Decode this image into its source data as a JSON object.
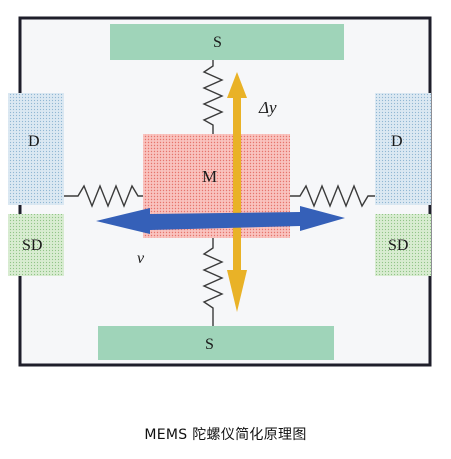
{
  "diagram": {
    "labels": {
      "spring_top": "S",
      "spring_bottom": "S",
      "drive_left": "D",
      "drive_right": "D",
      "sense_left": "SD",
      "sense_right": "SD",
      "mass": "M",
      "delta_y": "Δy",
      "velocity": "v"
    },
    "colors": {
      "frame": "#1e1e2a",
      "frame_fill": "#f6f7f9",
      "anchor": "#9fd4b9",
      "drive": "#c6dcea",
      "sense": "#c7e3bf",
      "mass": "#f6a7a1",
      "arrow_horizontal": "#3560b8",
      "arrow_vertical": "#e9b227",
      "spring": "#3b3b3b"
    },
    "icons": [
      "spring-icon",
      "double-arrow-icon"
    ]
  },
  "caption": "MEMS 陀螺仪简化原理图"
}
